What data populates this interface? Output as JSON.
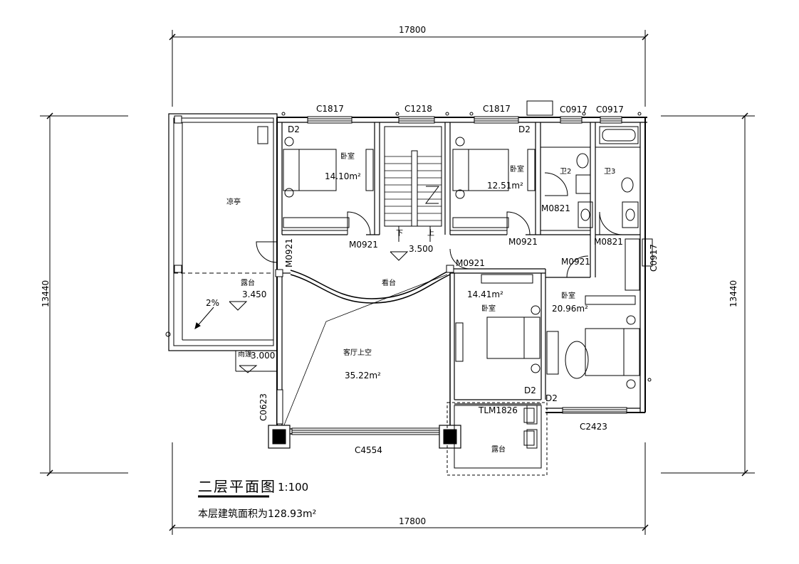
{
  "dimensions": {
    "top_width": "17800",
    "bottom_width": "17800",
    "left_height": "13440",
    "right_height": "13440"
  },
  "windows": {
    "c1817_a": "C1817",
    "c1218": "C1218",
    "c1817_b": "C1817",
    "c0917_a": "C0917",
    "c0917_b": "C0917",
    "c0917_side": "C0917",
    "c0623": "C0623",
    "c4554": "C4554",
    "c2423": "C2423"
  },
  "doors": {
    "m0921_left_bed": "M0921",
    "m0921_right_bed": "M0921",
    "m0921_vertical": "M0921",
    "m0921_mid": "M0921",
    "m0921_right": "M0921",
    "m0821_a": "M0821",
    "m0821_b": "M0821",
    "tlm1826": "TLM1826",
    "d2_a": "D2",
    "d2_b": "D2",
    "d2_c": "D2",
    "d2_d": "D2"
  },
  "rooms": {
    "bedroom_1": {
      "name": "卧室",
      "area": "14.10m²"
    },
    "bedroom_2": {
      "name": "卧室",
      "area": "12.51m²"
    },
    "bedroom_3": {
      "name": "卧室",
      "area": "14.41m²"
    },
    "bedroom_4": {
      "name": "卧室",
      "area": "20.96m²"
    },
    "bath_2": "卫2",
    "bath_3": "卫3",
    "pavilion": "凉亭",
    "terrace_left": "露台",
    "terrace_left_level": "3.450",
    "slope": "2%",
    "canopy": "雨篷",
    "canopy_level": "3.000",
    "living_void": "客厅上空",
    "living_void_area": "35.22m²",
    "balcony": "看台",
    "terrace_bottom": "露台",
    "stair_level": "3.500",
    "stair_down": "下",
    "stair_up": "上"
  },
  "footer": {
    "title": "二层平面图",
    "scale": "1:100",
    "area_note": "本层建筑面积为128.93m²"
  }
}
